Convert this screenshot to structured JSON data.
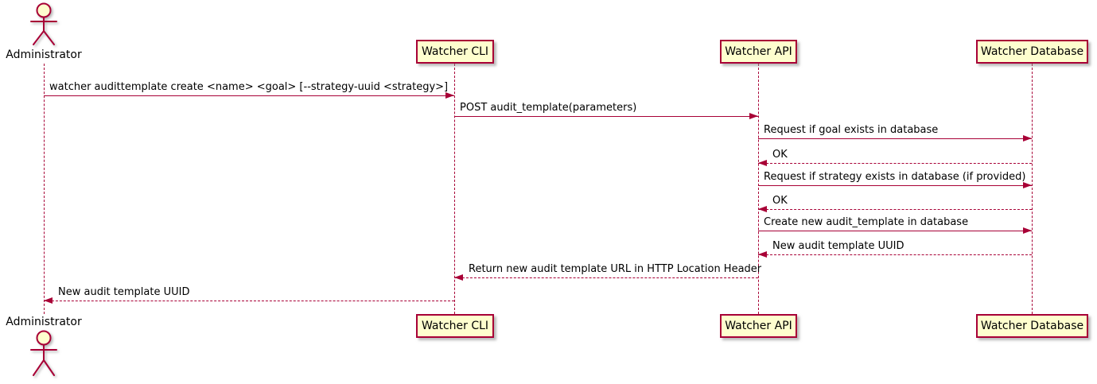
{
  "diagram": {
    "type": "sequence-diagram",
    "participants": [
      {
        "id": "administrator",
        "label": "Administrator",
        "kind": "actor"
      },
      {
        "id": "watcher-cli",
        "label": "Watcher CLI",
        "kind": "participant"
      },
      {
        "id": "watcher-api",
        "label": "Watcher API",
        "kind": "participant"
      },
      {
        "id": "watcher-database",
        "label": "Watcher Database",
        "kind": "participant"
      }
    ],
    "messages": [
      {
        "from": "administrator",
        "to": "watcher-cli",
        "text": "watcher audittemplate create <name> <goal> [--strategy-uuid <strategy>]",
        "kind": "call"
      },
      {
        "from": "watcher-cli",
        "to": "watcher-api",
        "text": "POST audit_template(parameters)",
        "kind": "call"
      },
      {
        "from": "watcher-api",
        "to": "watcher-database",
        "text": "Request if goal exists in database",
        "kind": "call"
      },
      {
        "from": "watcher-database",
        "to": "watcher-api",
        "text": "OK",
        "kind": "return"
      },
      {
        "from": "watcher-api",
        "to": "watcher-database",
        "text": "Request if strategy exists in database (if provided)",
        "kind": "call"
      },
      {
        "from": "watcher-database",
        "to": "watcher-api",
        "text": "OK",
        "kind": "return"
      },
      {
        "from": "watcher-api",
        "to": "watcher-database",
        "text": "Create new audit_template in database",
        "kind": "call"
      },
      {
        "from": "watcher-database",
        "to": "watcher-api",
        "text": "New audit template UUID",
        "kind": "return"
      },
      {
        "from": "watcher-api",
        "to": "watcher-cli",
        "text": "Return new audit template URL in HTTP Location Header",
        "kind": "return"
      },
      {
        "from": "watcher-cli",
        "to": "administrator",
        "text": "New audit template UUID",
        "kind": "return"
      }
    ],
    "colors": {
      "accent": "#A80036",
      "participant_fill": "#FEFECE",
      "text": "#000000",
      "background": "#FFFFFF"
    }
  }
}
